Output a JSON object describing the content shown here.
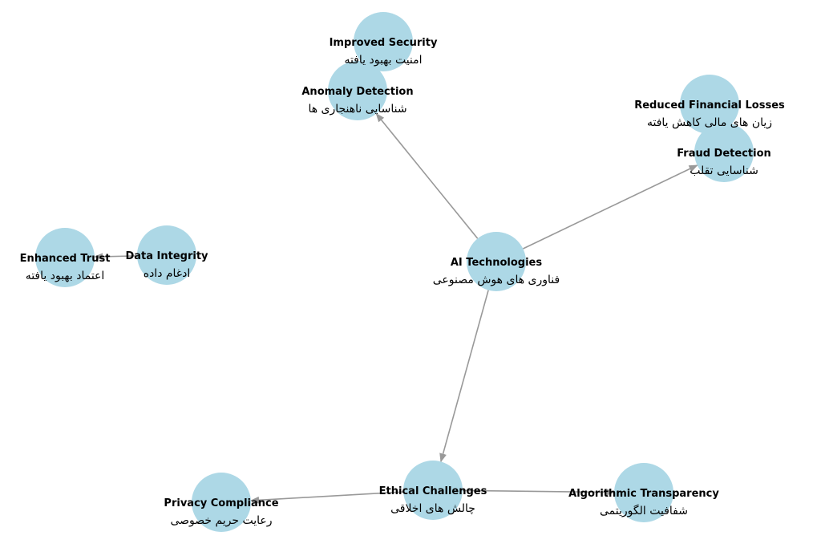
{
  "diagram": {
    "type": "network-graph",
    "colors": {
      "node": "#add8e6",
      "edge": "#999999",
      "text": "#000000"
    },
    "nodes": [
      {
        "id": "ai",
        "label_en": "AI Technologies",
        "label_fa": "فناوری های هوش مصنوعی"
      },
      {
        "id": "anomaly",
        "label_en": "Anomaly Detection",
        "label_fa": "شناسایی ناهنجاری ها"
      },
      {
        "id": "security",
        "label_en": "Improved Security",
        "label_fa": "امنیت بهبود یافته"
      },
      {
        "id": "fraud",
        "label_en": "Fraud Detection",
        "label_fa": "شناسایی تقلب"
      },
      {
        "id": "losses",
        "label_en": "Reduced Financial Losses",
        "label_fa": "زیان های مالی کاهش یافته"
      },
      {
        "id": "ethical",
        "label_en": "Ethical Challenges",
        "label_fa": "چالش های اخلاقی"
      },
      {
        "id": "privacy",
        "label_en": "Privacy Compliance",
        "label_fa": "رعایت حریم خصوصی"
      },
      {
        "id": "transparency",
        "label_en": "Algorithmic Transparency",
        "label_fa": "شفافیت الگوریتمی"
      },
      {
        "id": "integrity",
        "label_en": "Data Integrity",
        "label_fa": "ادغام داده"
      },
      {
        "id": "trust",
        "label_en": "Enhanced Trust",
        "label_fa": "اعتماد بهبود یافته"
      }
    ],
    "edges": [
      {
        "from": "ai",
        "to": "anomaly",
        "arrow": true
      },
      {
        "from": "ai",
        "to": "fraud",
        "arrow": true
      },
      {
        "from": "ai",
        "to": "ethical",
        "arrow": true
      },
      {
        "from": "anomaly",
        "to": "security",
        "arrow": true
      },
      {
        "from": "fraud",
        "to": "losses",
        "arrow": true
      },
      {
        "from": "ethical",
        "to": "privacy",
        "arrow": true
      },
      {
        "from": "ethical",
        "to": "transparency",
        "arrow": true
      },
      {
        "from": "integrity",
        "to": "trust",
        "arrow": true
      }
    ]
  }
}
